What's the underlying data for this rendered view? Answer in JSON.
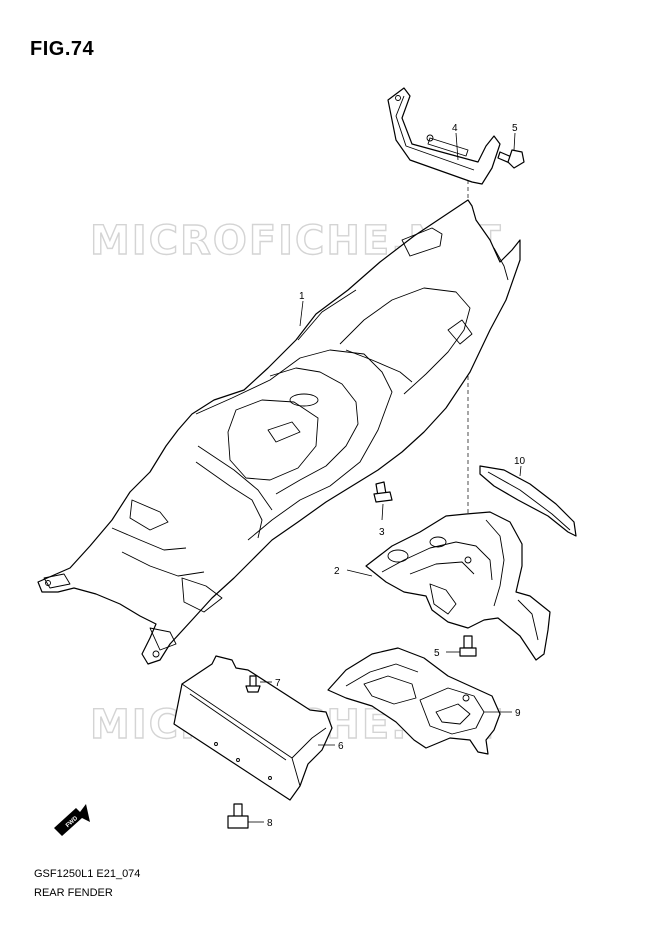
{
  "figure": {
    "title": "FIG.74"
  },
  "watermark": "MICROFICHE.NET",
  "footer": {
    "code": "GSF1250L1 E21_074",
    "name": "REAR FENDER"
  },
  "fwd_label": "FWD",
  "callouts": [
    "1",
    "2",
    "3",
    "4",
    "5",
    "5",
    "6",
    "7",
    "8",
    "9",
    "10"
  ]
}
